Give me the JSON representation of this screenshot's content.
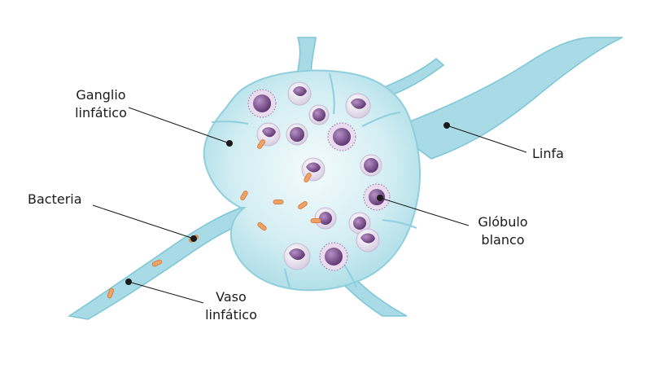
{
  "labels": {
    "ganglio": {
      "line1": "Ganglio",
      "line2": "linfático"
    },
    "bacteria": "Bacteria",
    "vaso": {
      "line1": "Vaso",
      "line2": "linfático"
    },
    "linfa": "Linfa",
    "globulo": {
      "line1": "Glóbulo",
      "line2": "blanco"
    }
  },
  "colors": {
    "vessel_fill": "#a9dbe6",
    "vessel_stroke": "#7cc6d6",
    "node_fill": "#c6e9ef",
    "node_center": "#eef9fb",
    "cell_body": "#e6dcee",
    "cell_nucleus": "#7d4d8d",
    "bacteria": "#f0a267",
    "leader_line": "#1a1a1a"
  },
  "icons": {
    "lymph_node": "lymph-node-illustration",
    "white_blood_cell": "white-blood-cell-icon",
    "bacterium": "bacterium-icon"
  }
}
